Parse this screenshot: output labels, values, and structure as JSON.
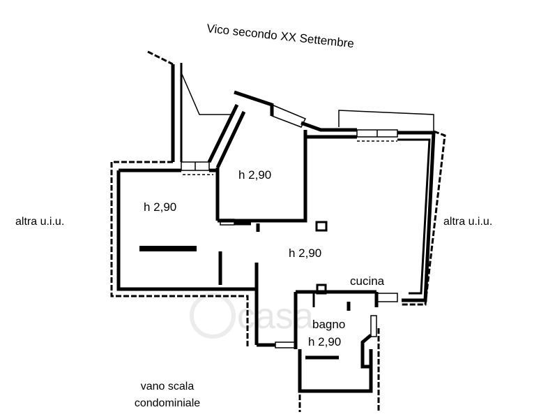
{
  "street": {
    "name": "Vico secondo XX Settembre"
  },
  "rooms": [
    {
      "height": "h 2,90"
    },
    {
      "height": "h 2,90"
    },
    {
      "height": "h 2,90"
    },
    {
      "height": "h 2,90",
      "name": "bagno"
    }
  ],
  "kitchen": {
    "label": "cucina"
  },
  "neighbors": {
    "left": "altra u.i.u.",
    "right": "altra u.i.u."
  },
  "stairwell": {
    "line1": "vano scala",
    "line2": "condominiale"
  },
  "watermark": {
    "text": "casa"
  },
  "colors": {
    "walls": "#000000",
    "background": "#ffffff",
    "watermark": "#e6e6e6"
  }
}
